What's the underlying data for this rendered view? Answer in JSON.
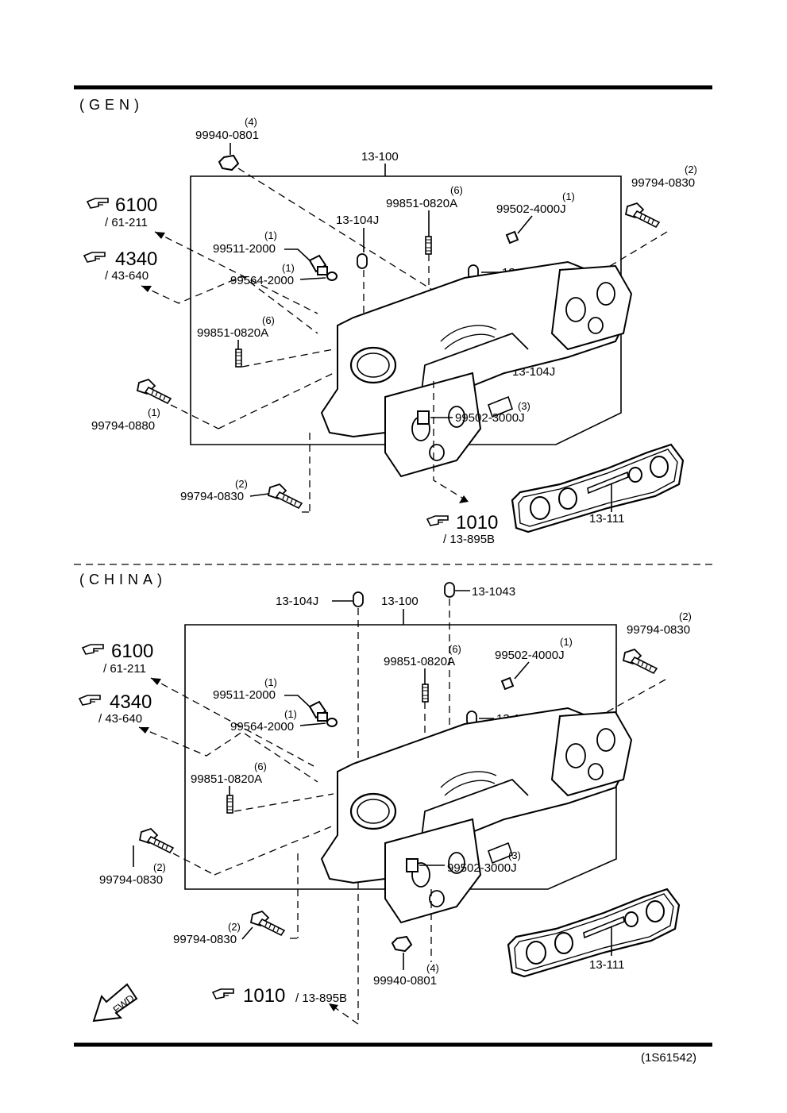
{
  "sections": {
    "gen": {
      "title": "(GEN)",
      "labels": {
        "nut_qty": "(4)",
        "nut": "99940-0801",
        "assembly": "13-100",
        "bolt_tr_qty": "(2)",
        "bolt_tr": "99794-0830",
        "ref1_num": "6100",
        "ref1_sub": "/ 61-211",
        "ref2_num": "4340",
        "ref2_sub": "/ 43-640",
        "stud_top_qty": "(6)",
        "stud_top": "99851-0820A",
        "plug_top_qty": "(1)",
        "plug_top": "99502-4000J",
        "cap_a": "13-104J",
        "cap_b": "13-104J",
        "cap_c": "13-104J",
        "screw_qty": "(1)",
        "screw": "99511-2000",
        "washer_qty": "(1)",
        "washer": "99564-2000",
        "stud_l_qty": "(6)",
        "stud_l": "99851-0820A",
        "bolt_l_qty": "(1)",
        "bolt_l": "99794-0880",
        "plug_b_qty": "(3)",
        "plug_b": "99502-3000J",
        "bolt_b_qty": "(2)",
        "bolt_b": "99794-0830",
        "ref3_num": "1010",
        "ref3_sub": "/ 13-895B",
        "gasket": "13-111"
      }
    },
    "china": {
      "title": "(CHINA)",
      "labels": {
        "cap_top": "13-104J",
        "assembly": "13-100",
        "cap_top2": "13-1043",
        "bolt_tr_qty": "(2)",
        "bolt_tr": "99794-0830",
        "ref1_num": "6100",
        "ref1_sub": "/ 61-211",
        "ref2_num": "4340",
        "ref2_sub": "/ 43-640",
        "stud_top_qty": "(6)",
        "stud_top": "99851-0820A",
        "plug_top_qty": "(1)",
        "plug_top": "99502-4000J",
        "cap_a": "13-104J",
        "screw_qty": "(1)",
        "screw": "99511-2000",
        "washer_qty": "(1)",
        "washer": "99564-2000",
        "stud_l_qty": "(6)",
        "stud_l": "99851-0820A",
        "bolt_l_qty": "(2)",
        "bolt_l": "99794-0830",
        "plug_b_qty": "(3)",
        "plug_b": "99502-3000J",
        "bolt_b_qty": "(2)",
        "bolt_b": "99794-0830",
        "nut_qty": "(4)",
        "nut": "99940-0801",
        "ref3_num": "1010",
        "ref3_sub": "/ 13-895B",
        "gasket": "13-111",
        "fwd": "FWD"
      }
    }
  },
  "footer_code": "(1S61542)"
}
